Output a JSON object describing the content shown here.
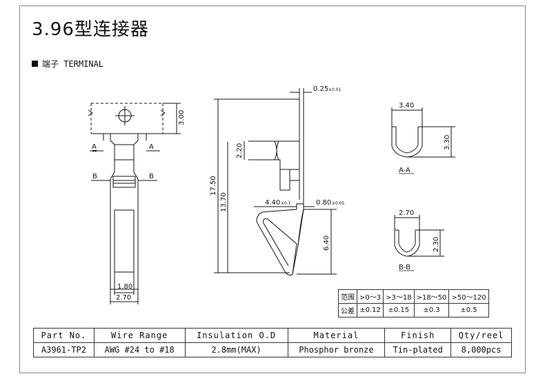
{
  "title": "3.96型连接器",
  "section": {
    "label": "端子 TERMINAL"
  },
  "dimensions": {
    "t025": "0.25",
    "t025_tol": "±0.01",
    "d300": "3.00",
    "d220": "2.20",
    "d1750": "17.50",
    "d1370": "13.70",
    "d440": "4.40",
    "d440_tol": "±0.1",
    "d080": "0.80",
    "d080_tol": "±0.05",
    "d640": "6.40",
    "d180": "1.80",
    "d270a": "2.70",
    "d340": "3.40",
    "d330": "3.30",
    "d270b": "2.70",
    "d230": "2.30"
  },
  "labels": {
    "a_left": "A",
    "a_right": "A",
    "b_left": "B",
    "b_right": "B",
    "section_aa": "A-A",
    "section_bb": "B-B"
  },
  "tolerance": {
    "row_range": [
      "范围",
      ">0～3",
      ">3～18",
      ">18～50",
      ">50～120"
    ],
    "row_tol": [
      "公差",
      "±0.12",
      "±0.15",
      "±0.3",
      "±0.5"
    ]
  },
  "spec": {
    "headers": [
      "Part No.",
      "Wire Range",
      "Insulation O.D",
      "Material",
      "Finish",
      "Qty/reel"
    ],
    "values": [
      "A3961-TP2",
      "AWG #24 to #18",
      "2.8mm(MAX)",
      "Phosphor bronze",
      "Tin-plated",
      "8,000pcs"
    ]
  }
}
